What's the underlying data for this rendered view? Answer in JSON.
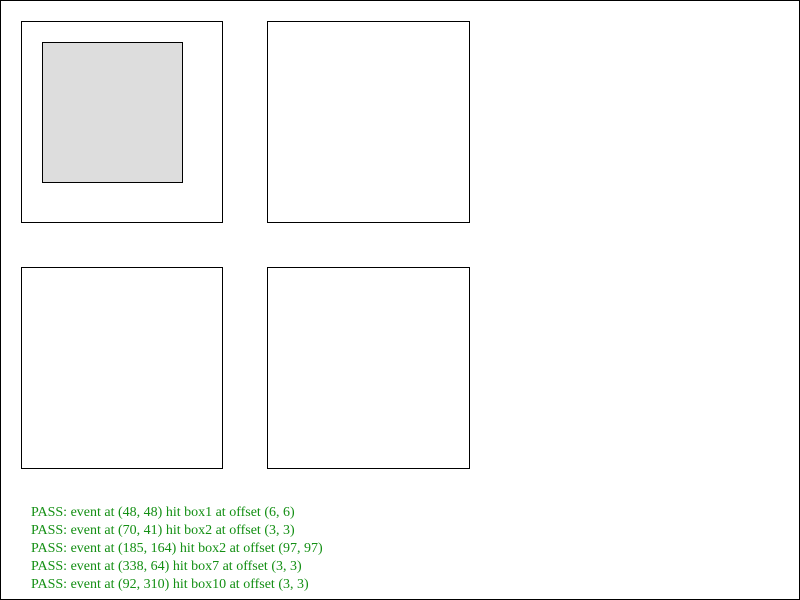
{
  "results": [
    "PASS: event at (48, 48) hit box1 at offset (6, 6)",
    "PASS: event at (70, 41) hit box2 at offset (3, 3)",
    "PASS: event at (185, 164) hit box2 at offset (97, 97)",
    "PASS: event at (338, 64) hit box7 at offset (3, 3)",
    "PASS: event at (92, 310) hit box10 at offset (3, 3)"
  ],
  "colors": {
    "pass_text": "#138f13",
    "inner_box_fill": "#dddddd",
    "border": "#000000"
  }
}
